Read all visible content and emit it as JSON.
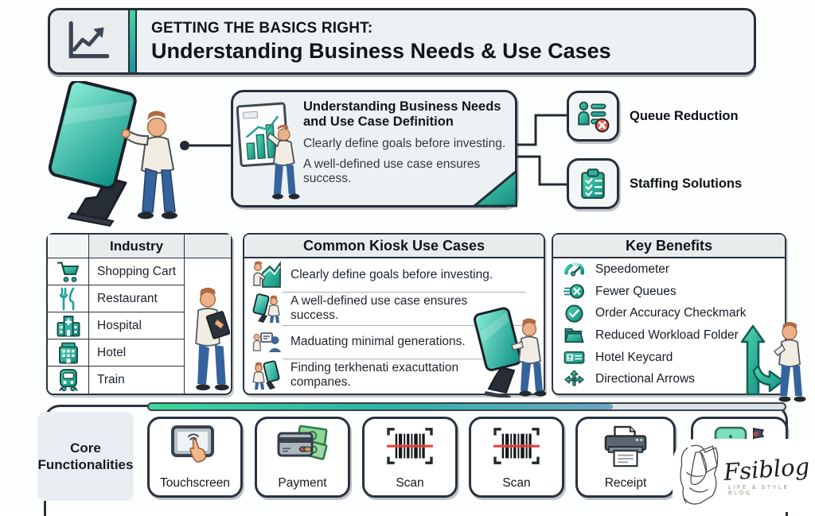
{
  "header": {
    "kicker": "GETTING THE BASICS RIGHT:",
    "title": "Understanding Business Needs & Use Cases",
    "icon": "line-chart-icon"
  },
  "definition_card": {
    "title_line1": "Understanding Business Needs",
    "title_line2": "and Use Case Definition",
    "points": [
      "Clearly define goals before investing.",
      "A well-defined use case ensures success."
    ]
  },
  "callouts": [
    {
      "label": "Queue Reduction",
      "icon": "queue-person-x-icon"
    },
    {
      "label": "Staffing Solutions",
      "icon": "clipboard-checklist-icon"
    }
  ],
  "industry_panel": {
    "title": "Industry",
    "rows": [
      {
        "icon": "shopping-cart-icon",
        "label": "Shopping Cart"
      },
      {
        "icon": "restaurant-icon",
        "label": "Restaurant"
      },
      {
        "icon": "hospital-icon",
        "label": "Hospital"
      },
      {
        "icon": "hotel-icon",
        "label": "Hotel"
      },
      {
        "icon": "train-icon",
        "label": "Train"
      }
    ]
  },
  "use_cases_panel": {
    "title": "Common Kiosk Use Cases",
    "rows": [
      {
        "icon": "growth-chart-person-icon",
        "text": "Clearly define goals before investing."
      },
      {
        "icon": "kiosk-person-icon",
        "text": "A well-defined use case ensures success."
      },
      {
        "icon": "meeting-people-icon",
        "text": "Maduating minimal generations."
      },
      {
        "icon": "kiosk-person-icon",
        "text": "Finding terkhenati exacuttation companes."
      }
    ]
  },
  "benefits_panel": {
    "title": "Key Benefits",
    "rows": [
      {
        "icon": "speedometer-icon",
        "text": "Speedometer"
      },
      {
        "icon": "fewer-queues-icon",
        "text": "Fewer Queues"
      },
      {
        "icon": "checkmark-circle-icon",
        "text": "Order Accuracy Checkmark"
      },
      {
        "icon": "folder-icon",
        "text": "Reduced Workload Folder"
      },
      {
        "icon": "keycard-icon",
        "text": "Hotel Keycard"
      },
      {
        "icon": "directional-arrows-icon",
        "text": "Directional Arrows"
      }
    ]
  },
  "core_functionalities": {
    "label_line1": "Core",
    "label_line2": "Functionalities",
    "progress_percent": 73,
    "items": [
      {
        "icon": "touchscreen-icon",
        "label": "Touchscreen"
      },
      {
        "icon": "payment-icon",
        "label": "Payment"
      },
      {
        "icon": "barcode-scan-icon",
        "label": "Scan"
      },
      {
        "icon": "barcode-scan-icon",
        "label": "Scan"
      },
      {
        "icon": "receipt-printer-icon",
        "label": "Receipt"
      }
    ]
  },
  "logo": {
    "name": "Fsiblog",
    "tagline": "LIFE & STYLE BLOG"
  },
  "colors": {
    "teal": "#2fb3a8",
    "teal_light": "#52dbae",
    "teal_dark": "#128a82",
    "navy_outline": "#262f3a",
    "alert_red": "#ec5f5f",
    "scan_red": "#e03c30",
    "panel_header_bg": "#e8eced",
    "card_bg": "#ecf1f4"
  }
}
